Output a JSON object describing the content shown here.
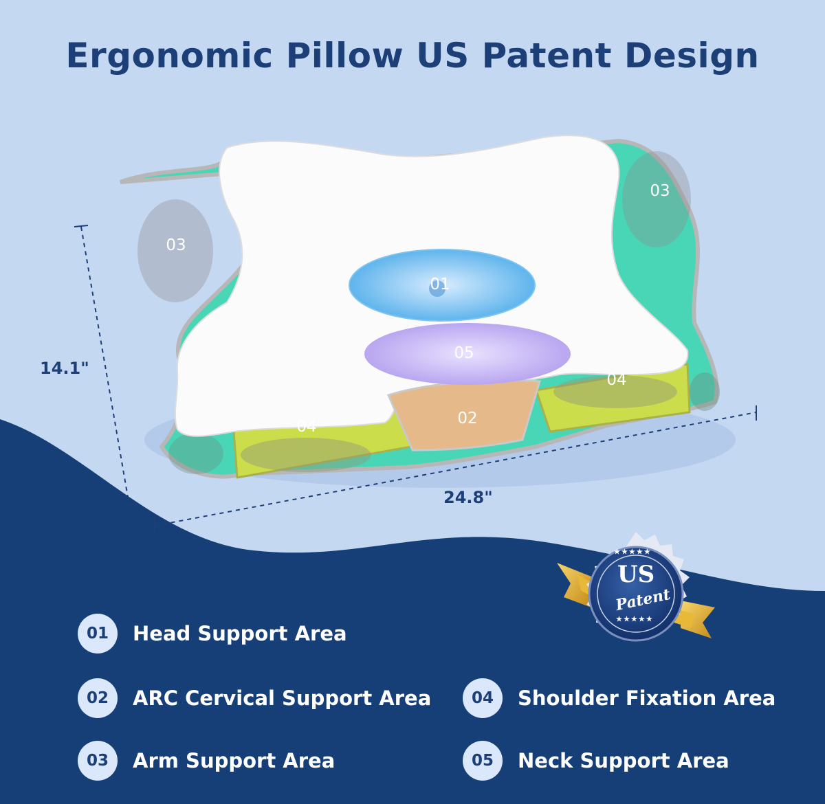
{
  "title": "Ergonomic Pillow US Patent Design",
  "dimensions": {
    "height": "14.1\"",
    "width": "24.8\""
  },
  "zones": [
    {
      "id": "z01",
      "label": "01"
    },
    {
      "id": "z02",
      "label": "02"
    },
    {
      "id": "z03a",
      "label": "03"
    },
    {
      "id": "z03b",
      "label": "03"
    },
    {
      "id": "z04a",
      "label": "04"
    },
    {
      "id": "z04b",
      "label": "04"
    },
    {
      "id": "z05",
      "label": "05"
    }
  ],
  "legend": [
    {
      "num": "01",
      "label": "Head Support Area"
    },
    {
      "num": "02",
      "label": "ARC Cervical Support Area"
    },
    {
      "num": "03",
      "label": "Arm Support Area"
    },
    {
      "num": "04",
      "label": "Shoulder Fixation Area"
    },
    {
      "num": "05",
      "label": "Neck Support Area"
    }
  ],
  "badge": {
    "line1": "US",
    "line2": "Patent",
    "stars": "★★★★★"
  },
  "colors": {
    "background_light": "#c5d8f2",
    "background_dark": "#163f78",
    "title": "#1c3f78",
    "zone_head": "#5fb4ec",
    "zone_arc": "#e6b98a",
    "zone_arm": "#45d8b8",
    "zone_shoulder": "#c8dc4a",
    "zone_neck": "#b9a6f0",
    "badge_gold": "#e8b838"
  }
}
